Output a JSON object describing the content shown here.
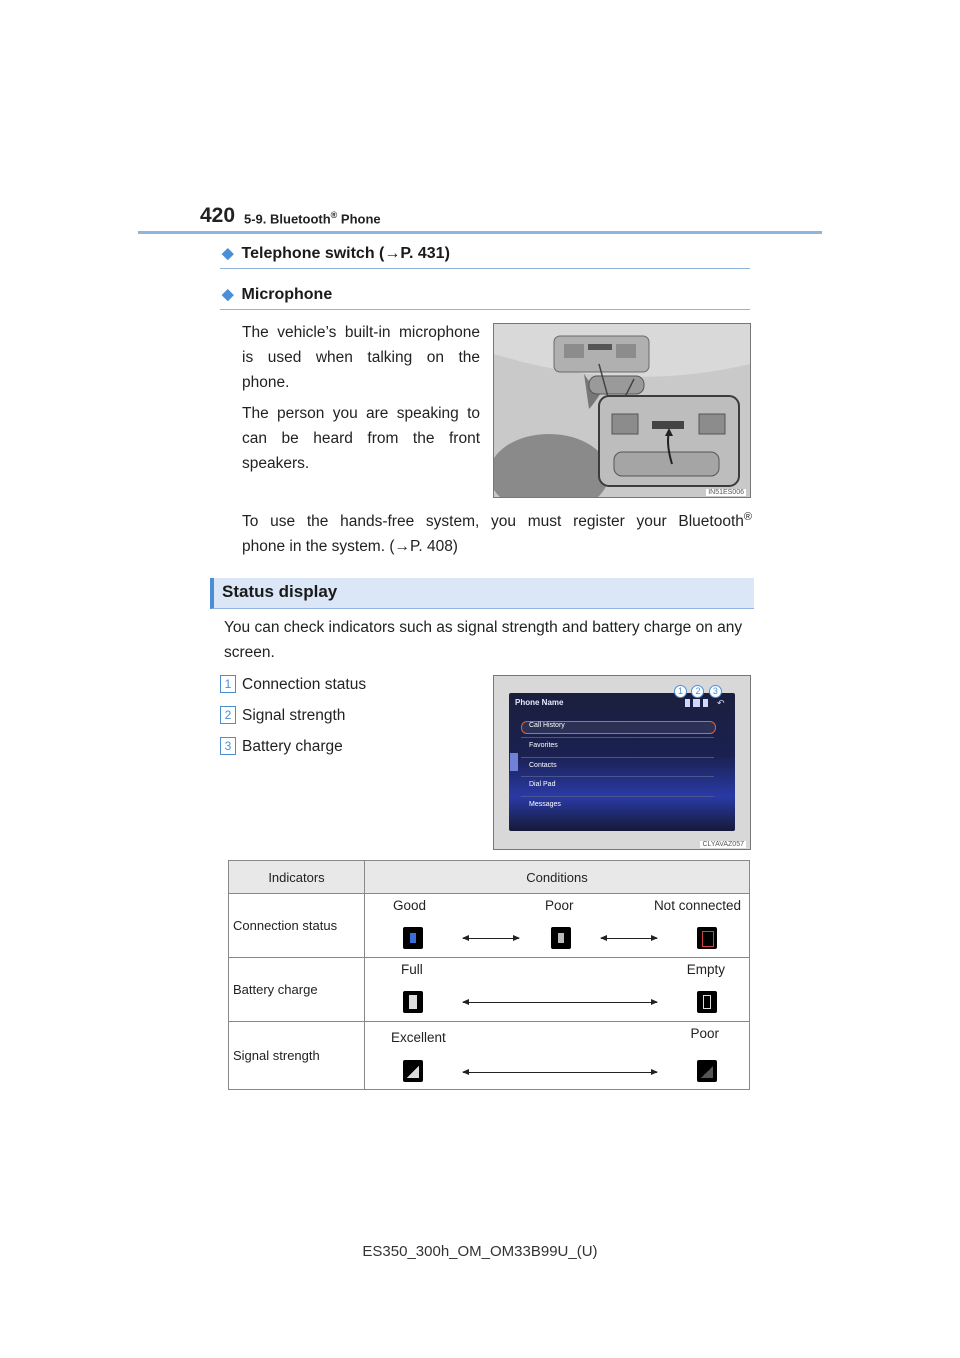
{
  "header": {
    "page_number": "420",
    "chapter_prefix": "5-9. Bluetooth",
    "chapter_reg": "®",
    "chapter_suffix": " Phone"
  },
  "telephone_switch": {
    "title": "Telephone switch (→P. 431)"
  },
  "microphone": {
    "title": "Microphone",
    "para1": "The vehicle’s built-in microphone is used when talking on the phone.",
    "para2": "The person you are speaking to can be heard from the front speakers.",
    "image_code": "IN51ES006",
    "register_text_a": "To use the hands-free system, you must register your Bluetooth",
    "register_reg": "®",
    "register_text_b": "phone in the system. (→P. 408)"
  },
  "status_display": {
    "title": "Status display",
    "intro": "You can check indicators such as signal strength and battery charge on any screen.",
    "items": [
      {
        "num": "1",
        "label": "Connection status"
      },
      {
        "num": "2",
        "label": "Signal strength"
      },
      {
        "num": "3",
        "label": "Battery charge"
      }
    ],
    "screen": {
      "header": "Phone Name",
      "callouts": [
        "1",
        "2",
        "3"
      ],
      "menu": [
        "Call History",
        "Favorites",
        "Contacts",
        "Dial Pad",
        "Messages"
      ],
      "image_code": "CLYAVAZ057"
    }
  },
  "table": {
    "headers": [
      "Indicators",
      "Conditions"
    ],
    "rows": [
      {
        "label": "Connection status",
        "states": [
          "Good",
          "Poor",
          "Not connected"
        ]
      },
      {
        "label": "Battery charge",
        "states": [
          "Full",
          "Empty"
        ]
      },
      {
        "label": "Signal strength",
        "states": [
          "Excellent",
          "Poor"
        ]
      }
    ]
  },
  "footer": {
    "text": "ES350_300h_OM_OM33B99U_(U)"
  },
  "colors": {
    "accent": "#4a8ed8",
    "rule": "#8fb4de",
    "section_bg": "#dbe7f6"
  }
}
